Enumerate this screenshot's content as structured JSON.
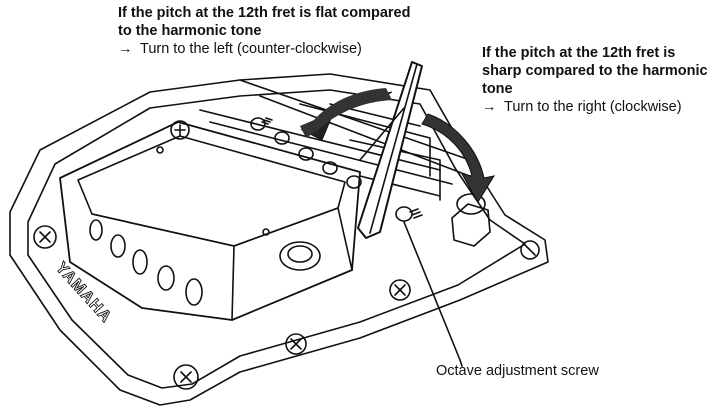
{
  "annotations": {
    "flat": {
      "heading": "If the pitch at the 12th fret is flat compared to the harmonic tone",
      "arrow": "→",
      "action": "Turn to the left (counter-clockwise)"
    },
    "sharp": {
      "heading": "If the pitch at the 12th fret is sharp compared to the harmonic tone",
      "arrow": "→",
      "action": "Turn to the right (clockwise)"
    },
    "screw_label": "Octave adjustment screw"
  },
  "illustration": {
    "subject": "bridge-saddle-assembly",
    "logo_text": "YAMAHA"
  }
}
